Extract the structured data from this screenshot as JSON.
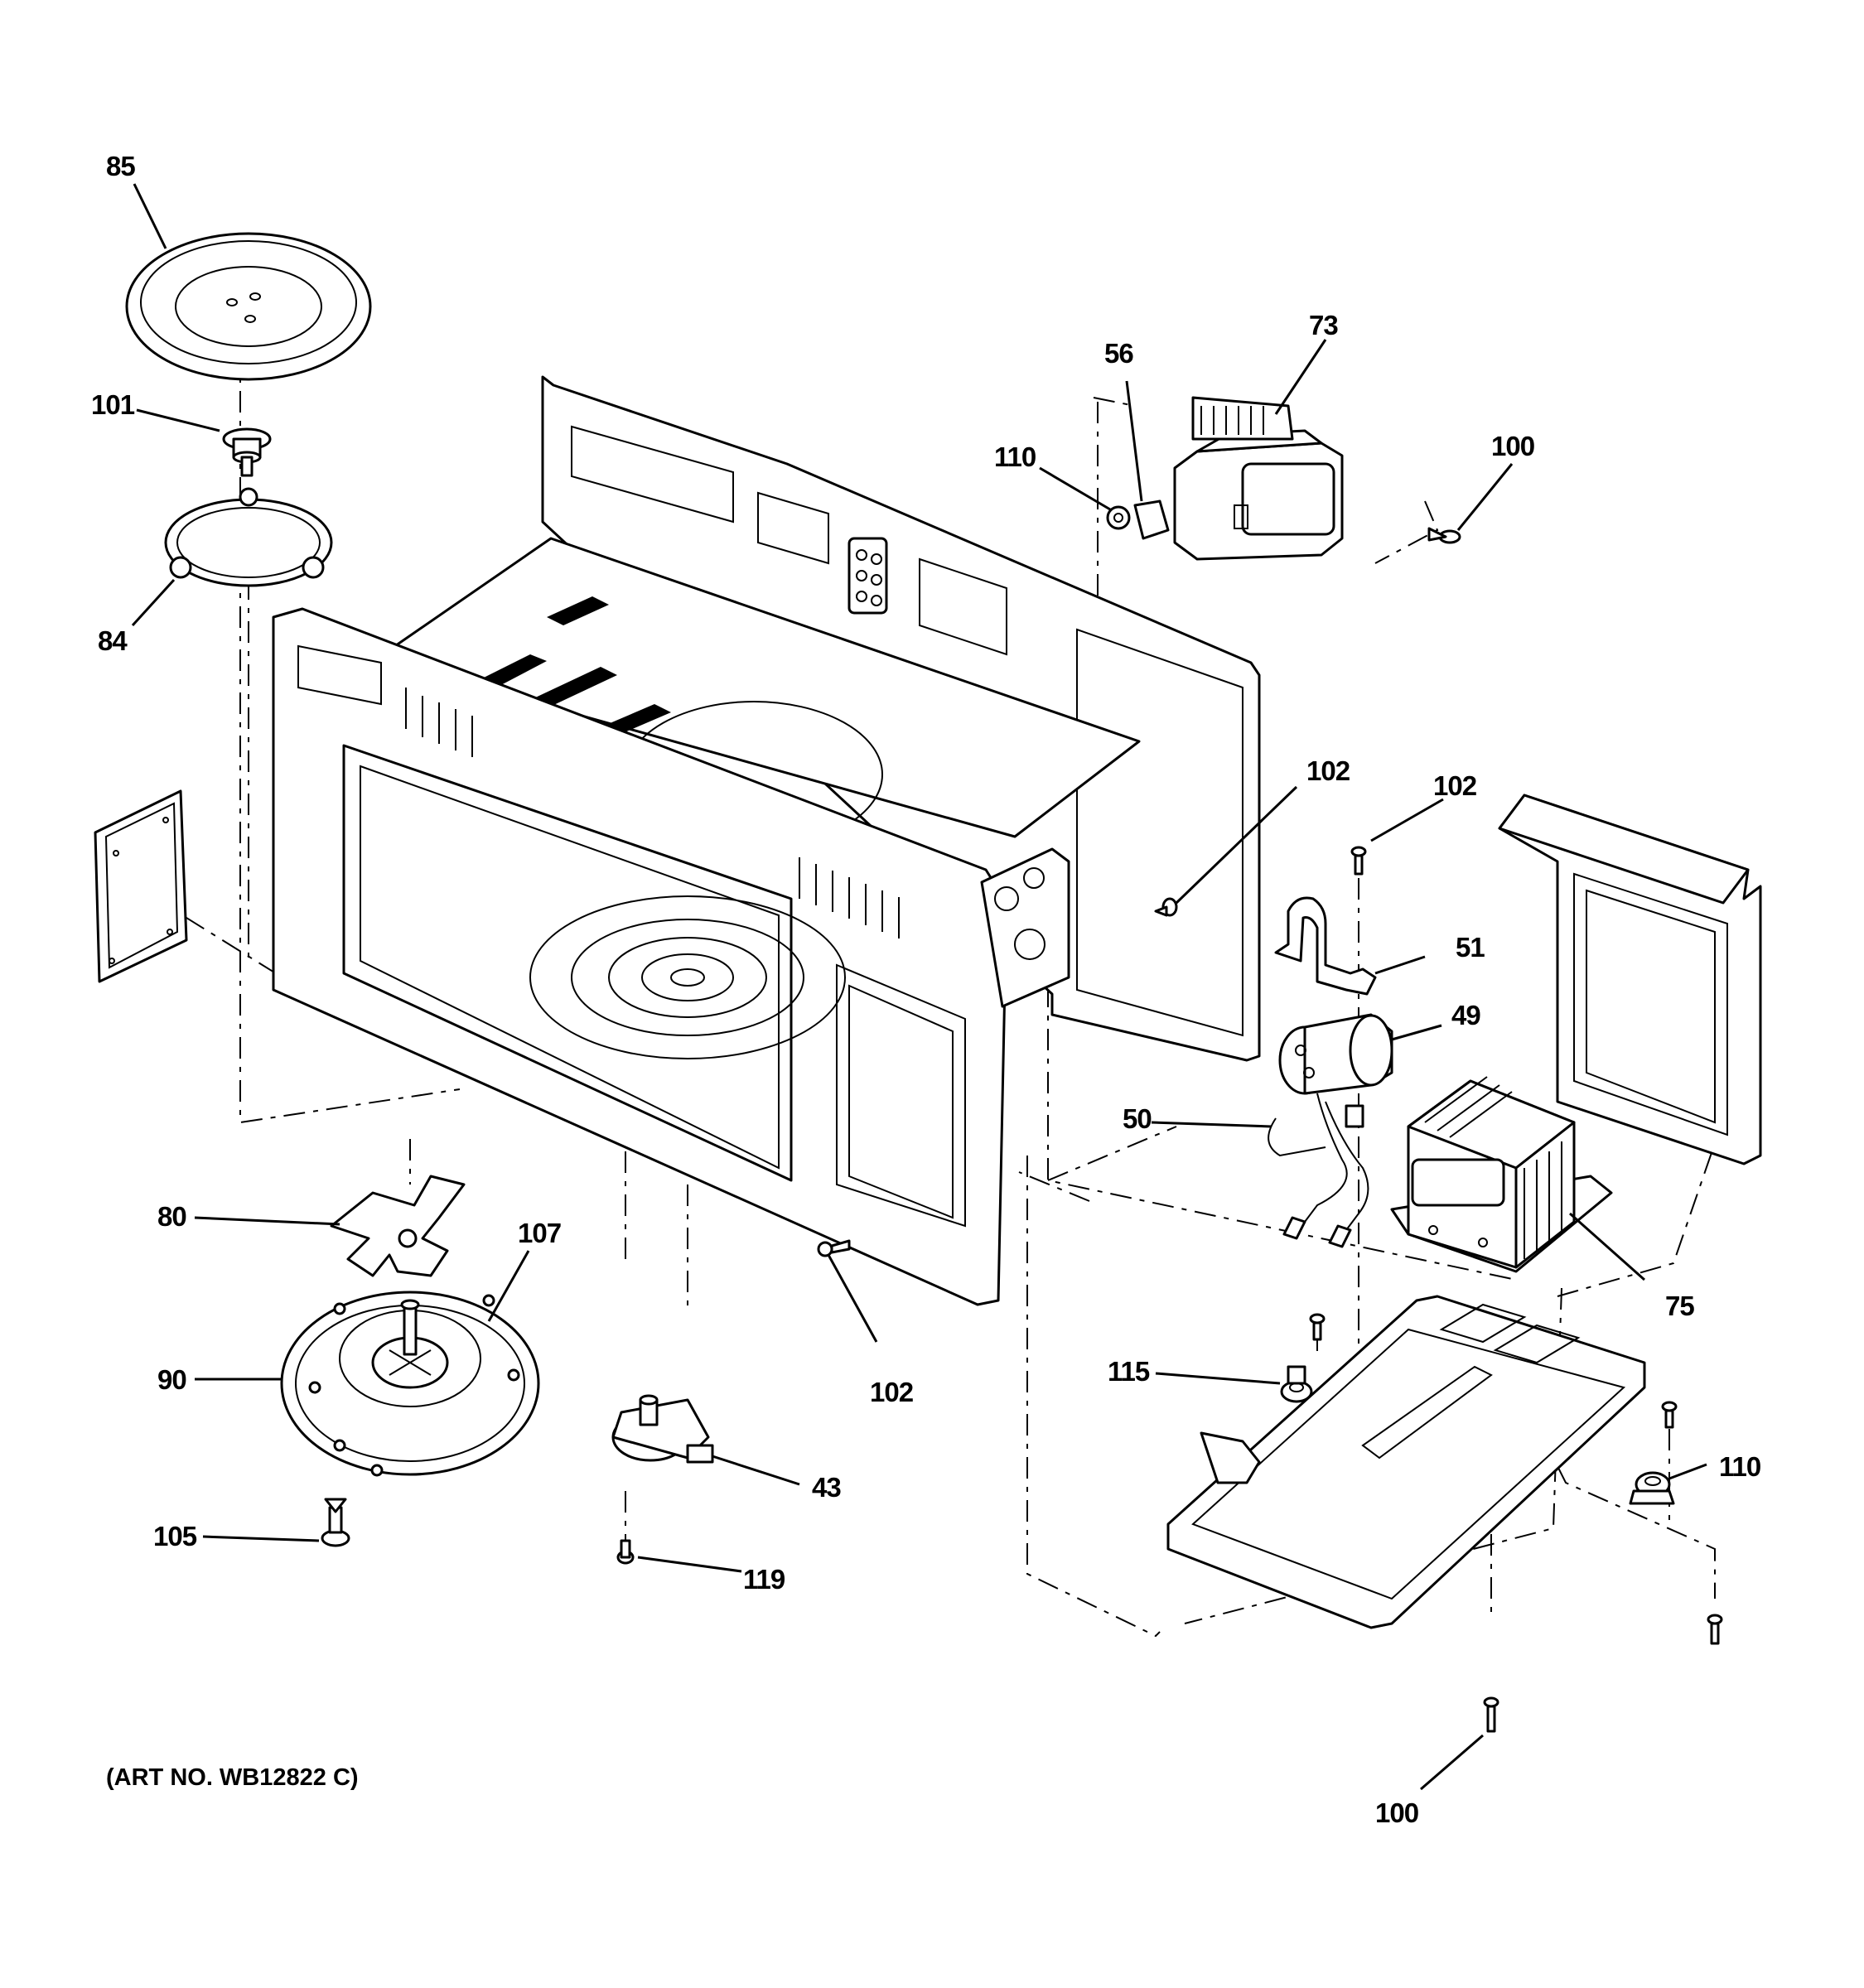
{
  "art_number": "(ART NO. WB12822 C)",
  "callouts": [
    {
      "id": "85",
      "label": "85"
    },
    {
      "id": "101",
      "label": "101"
    },
    {
      "id": "84",
      "label": "84"
    },
    {
      "id": "56",
      "label": "56"
    },
    {
      "id": "73",
      "label": "73"
    },
    {
      "id": "110a",
      "label": "110"
    },
    {
      "id": "100a",
      "label": "100"
    },
    {
      "id": "102a",
      "label": "102"
    },
    {
      "id": "102b",
      "label": "102"
    },
    {
      "id": "51",
      "label": "51"
    },
    {
      "id": "49",
      "label": "49"
    },
    {
      "id": "50",
      "label": "50"
    },
    {
      "id": "75",
      "label": "75"
    },
    {
      "id": "80",
      "label": "80"
    },
    {
      "id": "107",
      "label": "107"
    },
    {
      "id": "90",
      "label": "90"
    },
    {
      "id": "102c",
      "label": "102"
    },
    {
      "id": "43",
      "label": "43"
    },
    {
      "id": "115",
      "label": "115"
    },
    {
      "id": "110b",
      "label": "110"
    },
    {
      "id": "105",
      "label": "105"
    },
    {
      "id": "119",
      "label": "119"
    },
    {
      "id": "100b",
      "label": "100"
    }
  ]
}
